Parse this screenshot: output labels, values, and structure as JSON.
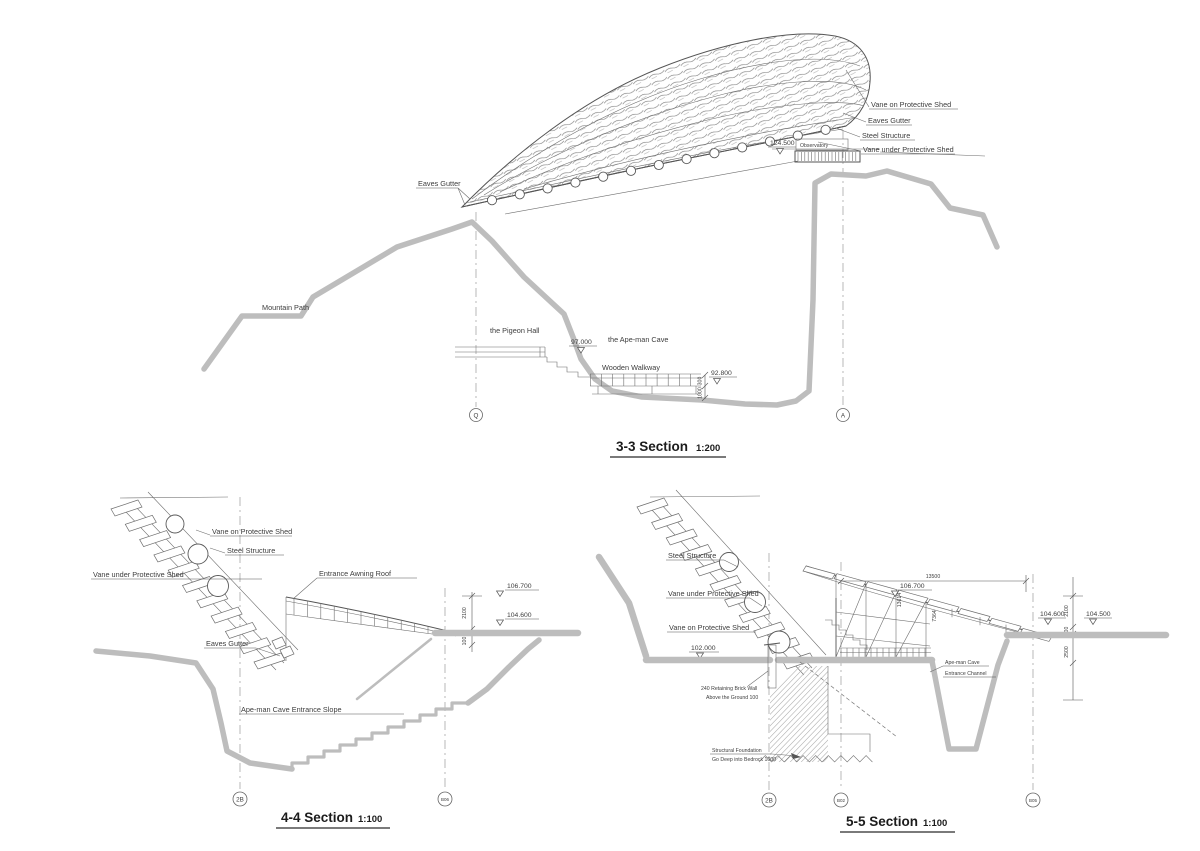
{
  "palette": {
    "background": "#ffffff",
    "line": "#606060",
    "terrain_gray": "#bdbdbd",
    "text": "#3d3d3d",
    "title_text": "#1e1e1e"
  },
  "section_33": {
    "title": "3-3 Section",
    "scale": "1:200",
    "labels": {
      "vane_on": "Vane on Protective Shed",
      "eaves_gutter_right": "Eaves Gutter",
      "steel_structure": "Steel Structure",
      "vane_under": "Vane under Protective Shed",
      "level_roof": "124.500",
      "observatory": "Observatory",
      "eaves_gutter_left": "Eaves Gutter",
      "mountain_path": "Mountain Path",
      "pigeon_hall": "the Pigeon Hall",
      "ape_man_cave": "the Ape-man Cave",
      "level_hall": "97.000",
      "wooden_walkway": "Wooden Walkway",
      "level_walkway": "92.800",
      "dim_300": "300",
      "dim_1000": "1000"
    },
    "grid": {
      "left": "Q",
      "right": "A"
    }
  },
  "section_44": {
    "title": "4-4 Section",
    "scale": "1:100",
    "labels": {
      "vane_on": "Vane on Protective Shed",
      "steel_structure": "Steel Structure",
      "vane_under": "Vane under Protective Shed",
      "entrance_awning_roof": "Entrance Awning Roof",
      "eaves_gutter": "Eaves Gutter",
      "entrance_slope": "Ape-man Cave Entrance Slope",
      "level_top": "106.700",
      "level_ground": "104.600",
      "dim_2100": "2100",
      "dim_100": "100"
    },
    "grid": {
      "left": "2B",
      "right": "B06"
    }
  },
  "section_55": {
    "title": "5-5 Section",
    "scale": "1:100",
    "labels": {
      "steel_structure": "Steel Structure",
      "vane_under": "Vane under Protective Shed",
      "vane_on": "Vane on Protective Shed",
      "level_plaza": "102.000",
      "dim_13500": "13500",
      "level_top": "106.700",
      "dim_2100": "2100",
      "dim_100": "100",
      "dim_2500": "2500",
      "level_g1": "104.600",
      "level_g2": "104.500",
      "dim_13614": "13614",
      "dim_7364": "7364",
      "wall_line1": "240 Retaining Brick Wall",
      "wall_line2": "Above the Ground 100",
      "channel_line1": "Ape-man Cave",
      "channel_line2": "Entrance Channel",
      "foundation_line1": "Structural Foundation",
      "foundation_line2": "Go Deep into Bedrock 1000"
    },
    "grid": {
      "left": "2B",
      "mid": "B02",
      "right": "B05"
    }
  }
}
